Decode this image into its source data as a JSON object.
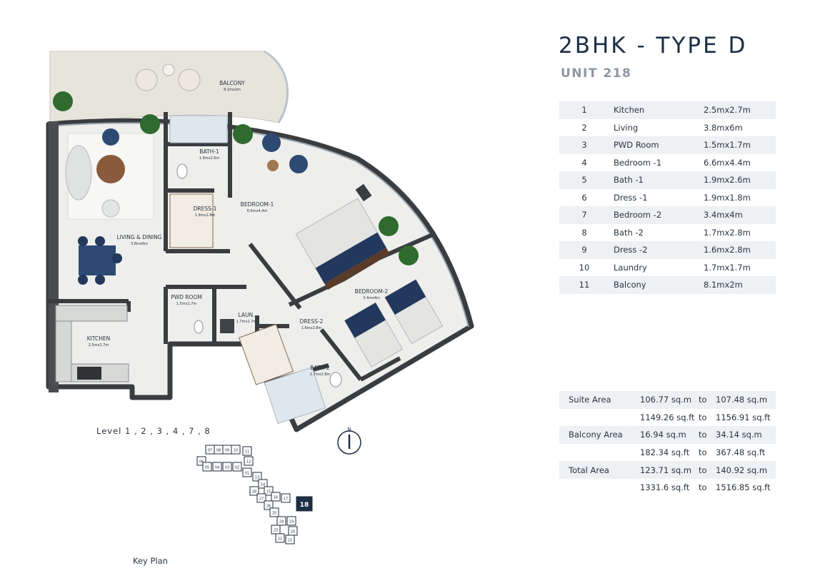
{
  "header": {
    "title": "2BHK - TYPE D",
    "unit": "UNIT 218"
  },
  "rooms": [
    {
      "no": "1",
      "name": "Kitchen",
      "size": "2.5mx2.7m"
    },
    {
      "no": "2",
      "name": "Living",
      "size": "3.8mx6m"
    },
    {
      "no": "3",
      "name": "PWD Room",
      "size": "1.5mx1.7m"
    },
    {
      "no": "4",
      "name": "Bedroom -1",
      "size": "6.6mx4.4m"
    },
    {
      "no": "5",
      "name": "Bath -1",
      "size": "1.9mx2.6m"
    },
    {
      "no": "6",
      "name": "Dress -1",
      "size": "1.9mx1.8m"
    },
    {
      "no": "7",
      "name": "Bedroom -2",
      "size": "3.4mx4m"
    },
    {
      "no": "8",
      "name": "Bath -2",
      "size": "1.7mx2.8m"
    },
    {
      "no": "9",
      "name": "Dress -2",
      "size": "1.6mx2.8m"
    },
    {
      "no": "10",
      "name": "Laundry",
      "size": "1.7mx1.7m"
    },
    {
      "no": "11",
      "name": "Balcony",
      "size": "8.1mx2m"
    }
  ],
  "areas": {
    "to_word": "to",
    "suite": {
      "label": "Suite Area",
      "sqm_from": "106.77 sq.m",
      "sqm_to": "107.48 sq.m",
      "sqft_from": "1149.26 sq.ft",
      "sqft_to": "1156.91 sq.ft"
    },
    "balcony": {
      "label": "Balcony Area",
      "sqm_from": "16.94 sq.m",
      "sqm_to": "34.14 sq.m",
      "sqft_from": "182.34 sq.ft",
      "sqft_to": "367.48 sq.ft"
    },
    "total": {
      "label": "Total Area",
      "sqm_from": "123.71 sq.m",
      "sqm_to": "140.92 sq.m",
      "sqft_from": "1331.6 sq.ft",
      "sqft_to": "1516.85 sq.ft"
    }
  },
  "plan_labels": {
    "balcony": {
      "name": "BALCONY",
      "dim": "8.1mx2m"
    },
    "living": {
      "name": "LIVING & DINING",
      "dim": "3.8mx6m"
    },
    "kitchen": {
      "name": "KITCHEN",
      "dim": "2.5mx2.7m"
    },
    "bath1": {
      "name": "BATH-1",
      "dim": "1.9mx2.6m"
    },
    "dress1": {
      "name": "DRESS-1",
      "dim": "1.9mx1.8m"
    },
    "bedroom1": {
      "name": "BEDROOM-1",
      "dim": "6.6mx4.4m"
    },
    "pwd": {
      "name": "PWD ROOM",
      "dim": "1.5mx1.7m"
    },
    "laundry": {
      "name": "LAUN.",
      "dim": "1.7mx1.7m"
    },
    "dress2": {
      "name": "DRESS-2",
      "dim": "1.6mx2.8m"
    },
    "bedroom2": {
      "name": "BEDROOM-2",
      "dim": "3.4mx4m"
    },
    "bath2": {
      "name": "BATH-2",
      "dim": "1.7mx2.8m"
    }
  },
  "level_text": "Level 1 , 2 , 3 , 4 , 7 , 8",
  "key_plan": {
    "label": "Key Plan",
    "units": [
      "07",
      "08",
      "09",
      "10",
      "11",
      "06",
      "05",
      "04",
      "03",
      "02",
      "12",
      "01",
      "13",
      "14",
      "15",
      "16",
      "17",
      "28",
      "27",
      "26",
      "25",
      "24",
      "19",
      "23",
      "20",
      "22",
      "21"
    ],
    "highlight": "18"
  },
  "compass": {
    "letter": "N"
  },
  "colors": {
    "navy": "#1b2e45",
    "wall": "#3a3d40",
    "floor": "#eeeeec",
    "balcony": "#e7e4dc",
    "table_shade": "#edf1f4",
    "accent_blue": "#22385c"
  }
}
